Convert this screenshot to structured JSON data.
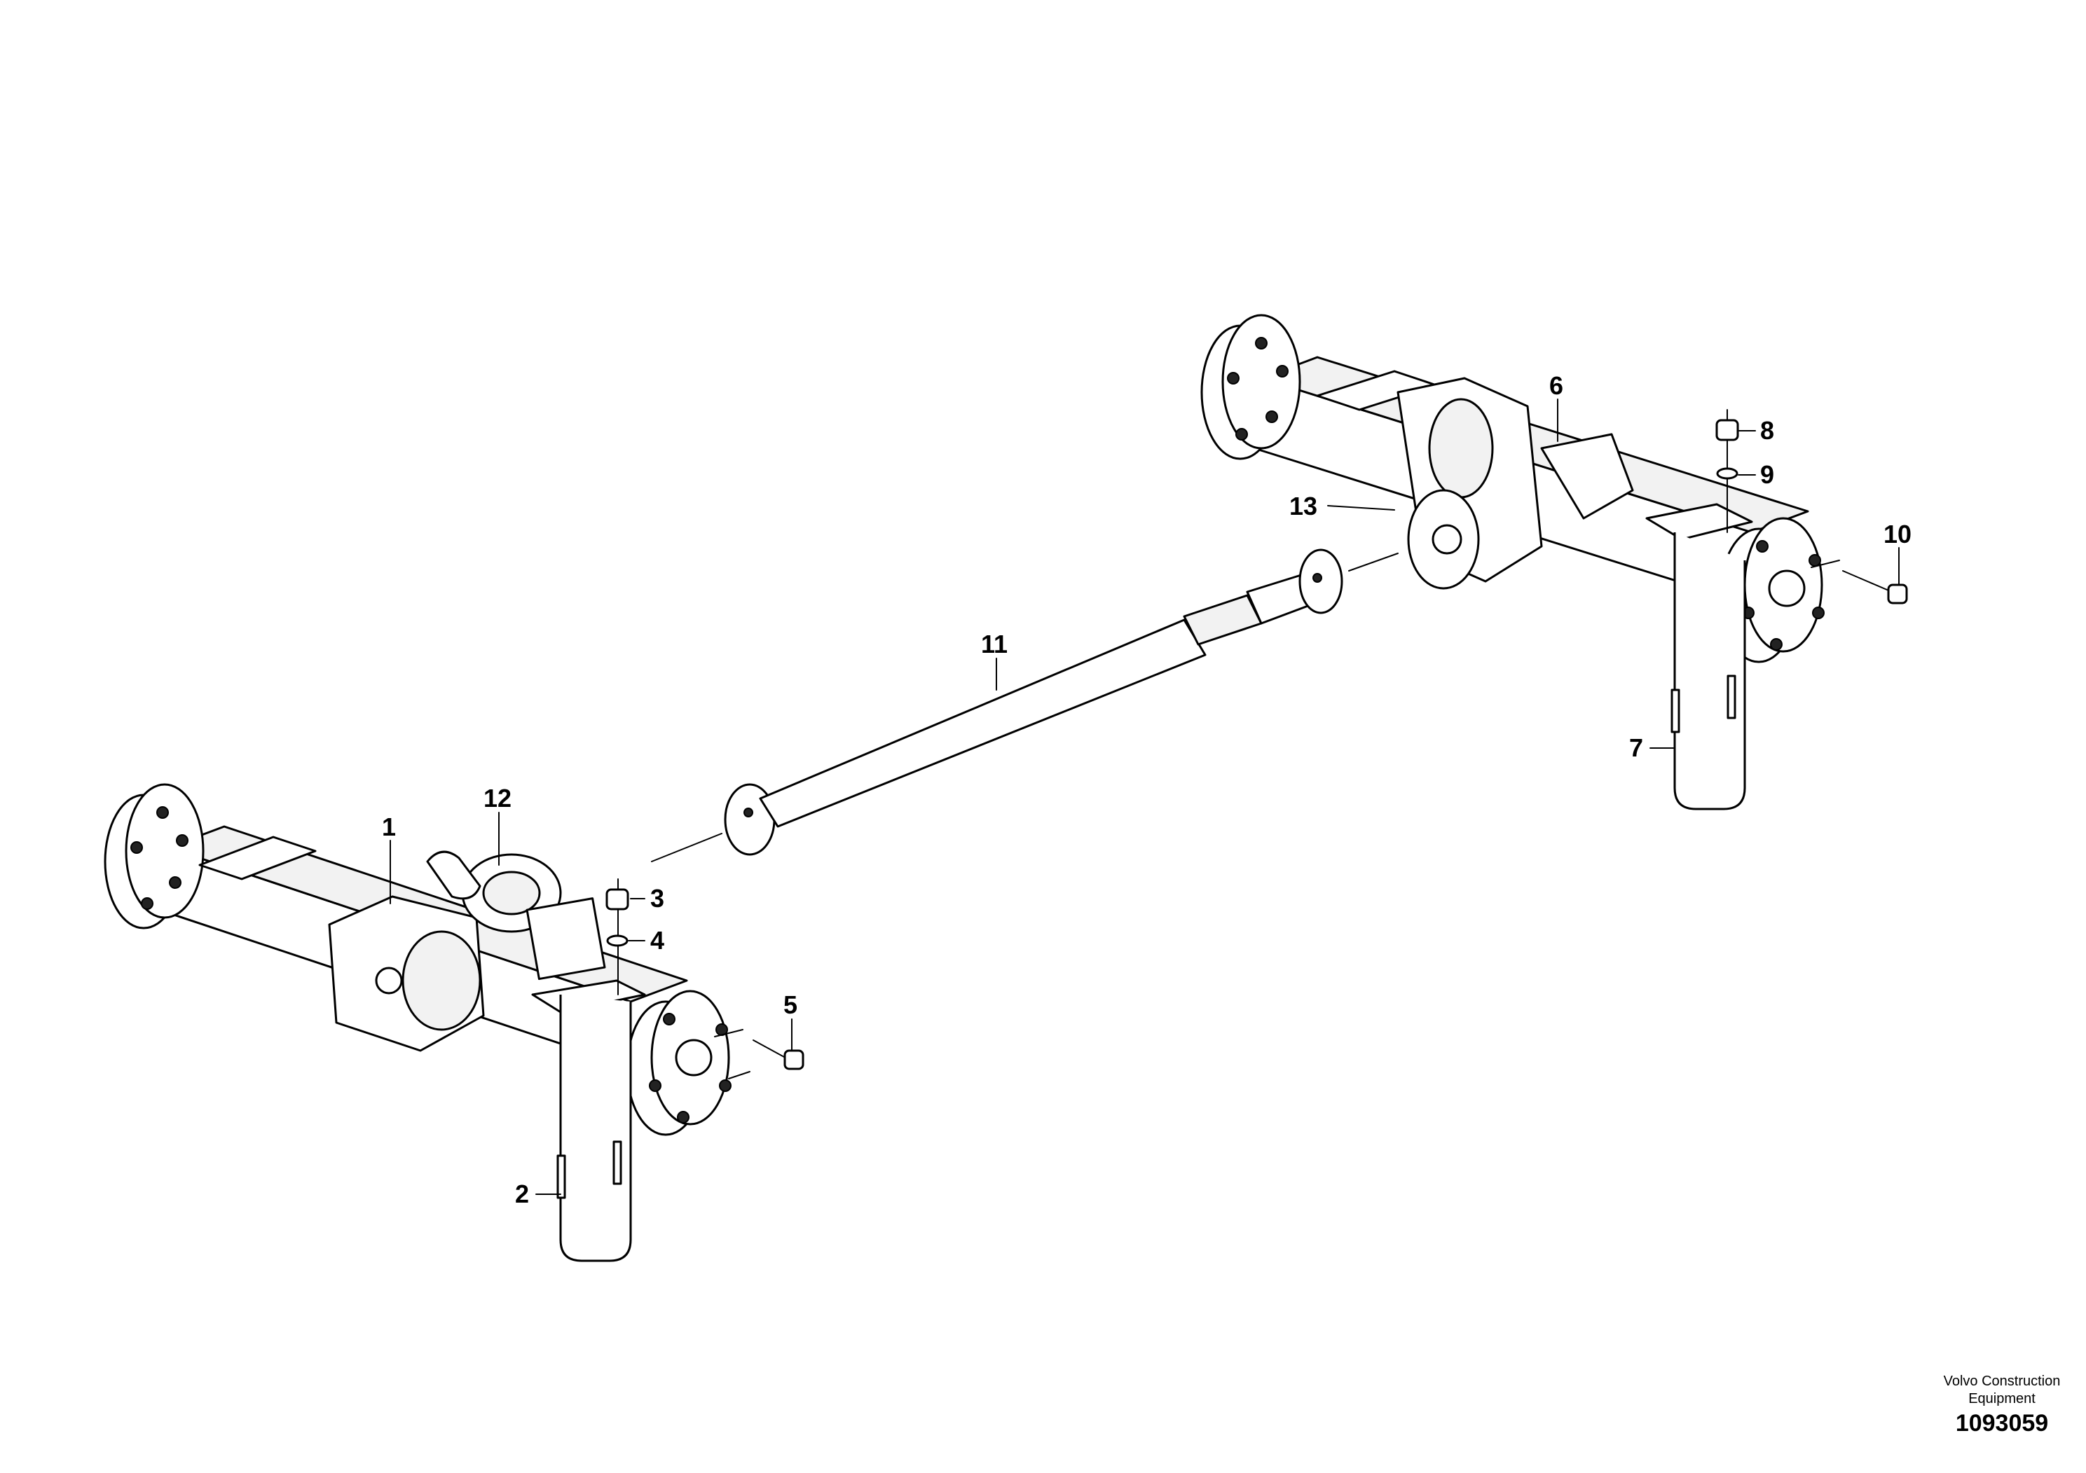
{
  "callouts": [
    {
      "label": "1"
    },
    {
      "label": "2"
    },
    {
      "label": "3"
    },
    {
      "label": "4"
    },
    {
      "label": "5"
    },
    {
      "label": "6"
    },
    {
      "label": "7"
    },
    {
      "label": "8"
    },
    {
      "label": "9"
    },
    {
      "label": "10"
    },
    {
      "label": "11"
    },
    {
      "label": "12"
    },
    {
      "label": "13"
    }
  ],
  "footer": {
    "company_line1": "Volvo Construction",
    "company_line2": "Equipment",
    "drawing_number": "1093059"
  }
}
